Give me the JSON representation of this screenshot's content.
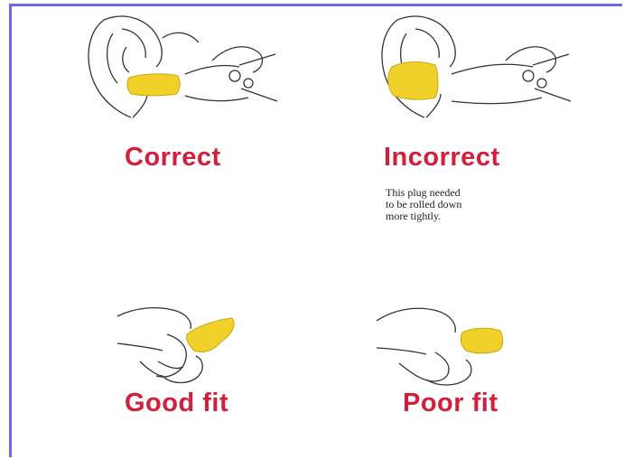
{
  "panels": [
    {
      "label": "Correct"
    },
    {
      "label": "Incorrect",
      "note": [
        "This plug needed",
        "to be rolled down",
        "more tightly."
      ]
    },
    {
      "label": "Good fit"
    },
    {
      "label": "Poor fit"
    }
  ],
  "colors": {
    "label": "#d11f3c",
    "earplug": "#f2d02a",
    "frame": "#6a6ae8"
  },
  "icons": [
    "ear-correct-illustration",
    "ear-incorrect-illustration",
    "hand-good-fit-illustration",
    "hand-poor-fit-illustration"
  ]
}
